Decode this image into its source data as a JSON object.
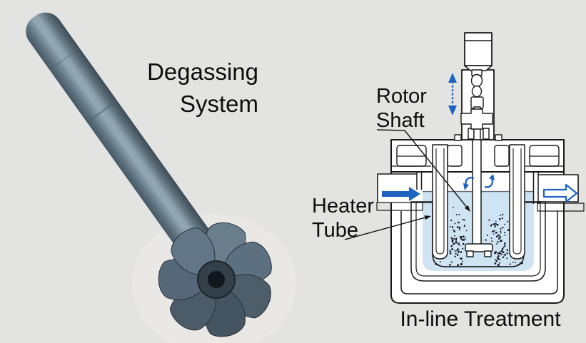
{
  "title": {
    "line1": "Degassing",
    "line2": "System"
  },
  "labels": {
    "rotor_shaft": {
      "line1": "Rotor",
      "line2": "Shaft"
    },
    "heater_tube": {
      "line1": "Heater",
      "line2": "Tube"
    }
  },
  "caption": {
    "text": "In-line Treatment"
  },
  "colors": {
    "background": "#e3e3e1",
    "accent_blue": "#1e63c0",
    "melt_blue": "#cfe4f3",
    "refractory_tan": "#c59a52",
    "refractory_light": "#dcb97f",
    "line_black": "#1a1a1a",
    "ink": "#0d0d0d"
  },
  "icons": {
    "inflow_arrow": "solid-right-arrow",
    "outflow_arrow": "hollow-right-arrow",
    "vertical_motion_arrow": "dashed-double-headed-vertical-arrow",
    "rotation_arrows": "curved-rotation-arrows"
  }
}
